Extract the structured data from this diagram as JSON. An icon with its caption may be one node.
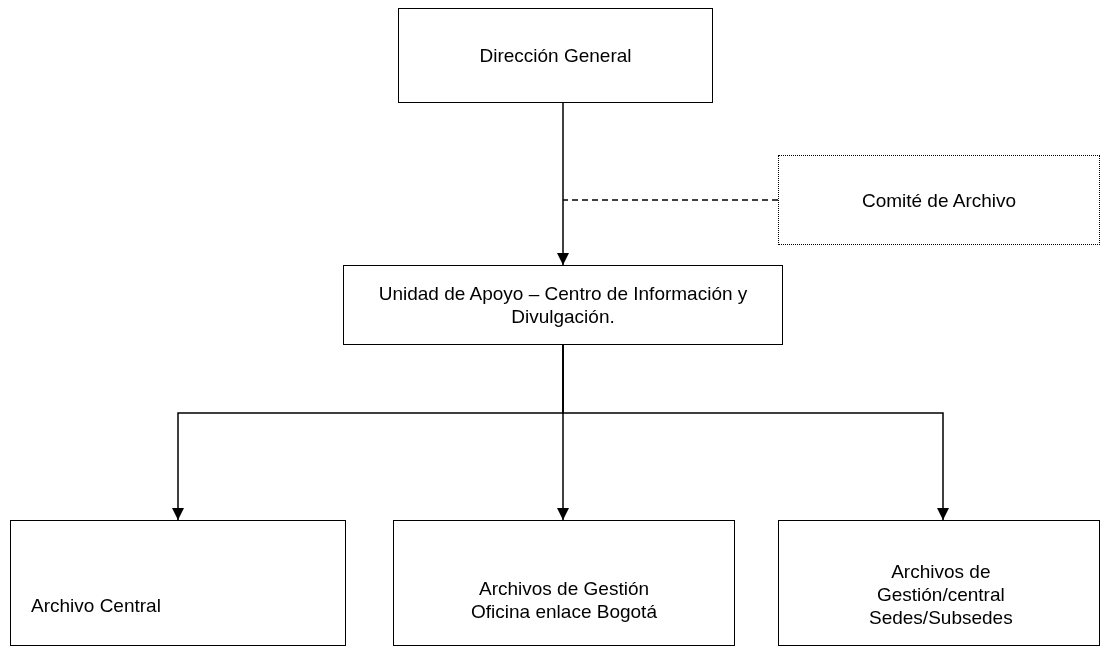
{
  "diagram": {
    "nodes": [
      {
        "text": [
          "Dirección General"
        ]
      },
      {
        "text": [
          "Comité de Archivo"
        ]
      },
      {
        "text": [
          "Unidad de Apoyo – Centro de Información y Divulgación."
        ]
      },
      {
        "text": [
          "Archivo Central"
        ]
      },
      {
        "text": [
          "Archivos de Gestión Oficina enlace Bogotá"
        ]
      },
      {
        "text": [
          "Archivos de Gestión/central Sedes/Subsedes"
        ]
      }
    ],
    "edges": [
      {
        "from": 0,
        "to": 2,
        "arrow": "to"
      },
      {
        "from": 1,
        "to": null,
        "arrow": "none",
        "style": "dashed"
      },
      {
        "from": 2,
        "to": 3,
        "arrow": "to"
      },
      {
        "from": 2,
        "to": 4,
        "arrow": "to"
      },
      {
        "from": 2,
        "to": 5,
        "arrow": "to"
      }
    ]
  }
}
